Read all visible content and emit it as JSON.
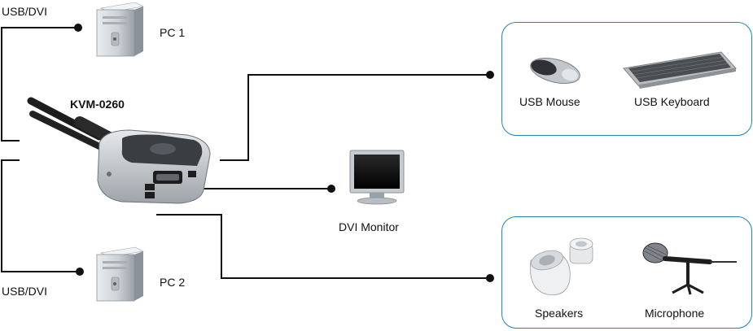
{
  "labels": {
    "usb_dvi_top": "USB/DVI",
    "pc1": "PC 1",
    "kvm": "KVM-0260",
    "usb_mouse": "USB Mouse",
    "usb_keyboard": "USB Keyboard",
    "dvi_monitor": "DVI Monitor",
    "usb_dvi_bottom": "USB/DVI",
    "pc2": "PC 2",
    "speakers": "Speakers",
    "microphone": "Microphone"
  },
  "colors": {
    "line": "#111111",
    "box_border": "#1f86b7",
    "device_silver": "#c7cbd0",
    "device_dark": "#2b2b2b"
  }
}
